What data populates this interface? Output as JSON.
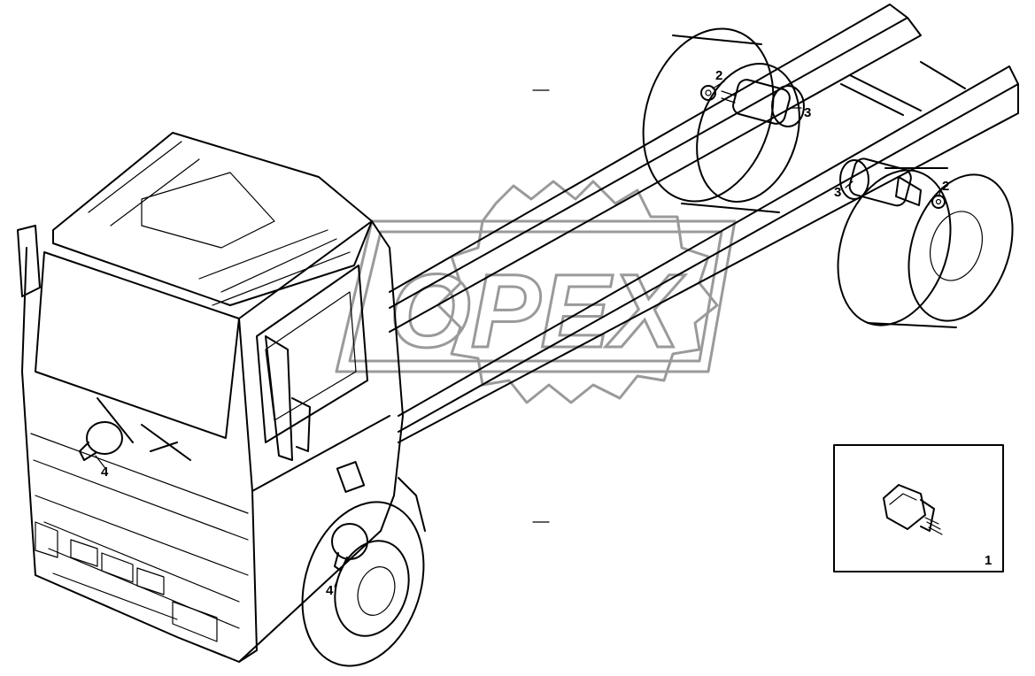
{
  "watermark": {
    "text": "OPEX"
  },
  "callouts": {
    "c1": "1",
    "c2a": "2",
    "c2b": "2",
    "c3a": "3",
    "c3b": "3",
    "c4a": "4",
    "c4b": "4"
  },
  "inset": {
    "label": "1"
  },
  "colors": {
    "line": "#000000",
    "watermark": "#9a9a9a",
    "background": "#ffffff"
  }
}
